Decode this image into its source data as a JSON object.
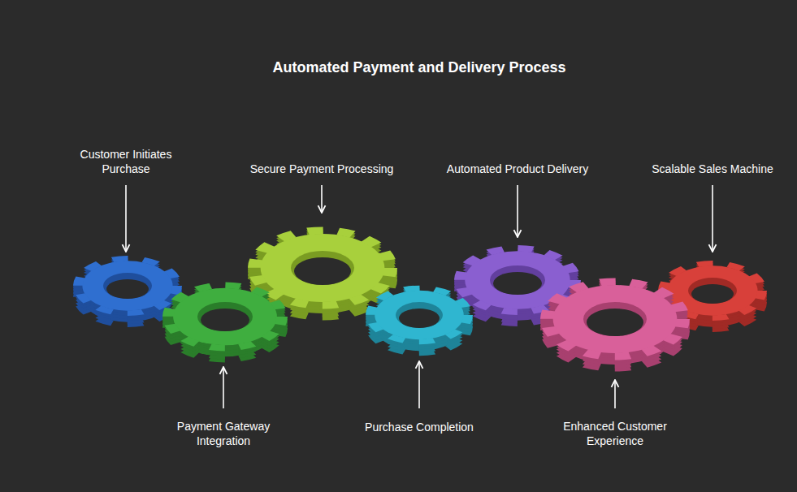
{
  "diagram": {
    "title": "Automated Payment and Delivery Process",
    "labels": [
      "Customer Initiates Purchase",
      "Payment Gateway Integration",
      "Secure Payment Processing",
      "Purchase Completion",
      "Automated Product Delivery",
      "Enhanced Customer Experience",
      "Scalable Sales Machine"
    ]
  }
}
